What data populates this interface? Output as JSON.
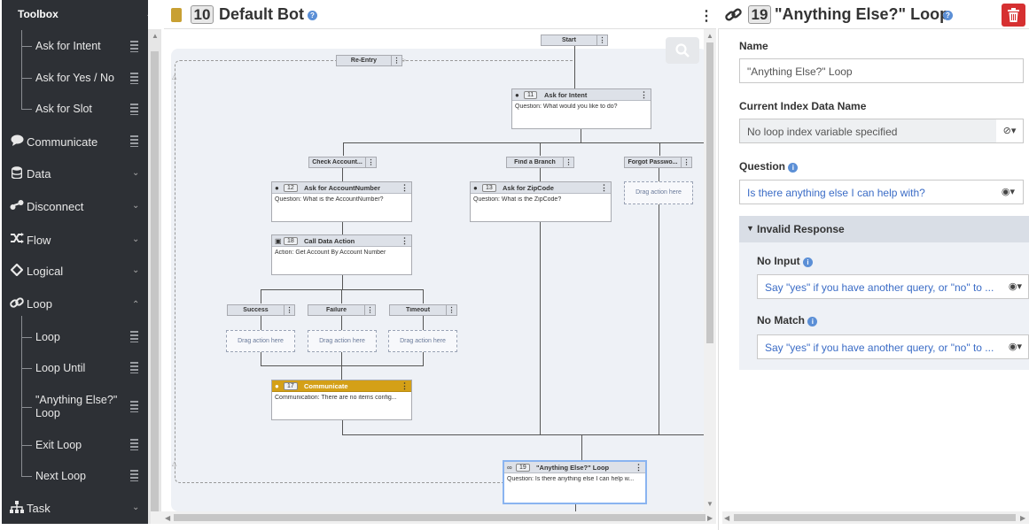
{
  "toolbox": {
    "title": "Toolbox",
    "items": [
      {
        "label": "Ask for Intent"
      },
      {
        "label": "Ask for Yes / No"
      },
      {
        "label": "Ask for Slot"
      },
      {
        "label": "Communicate"
      },
      {
        "label": "Data"
      },
      {
        "label": "Disconnect"
      },
      {
        "label": "Flow"
      },
      {
        "label": "Logical"
      },
      {
        "label": "Loop"
      },
      {
        "label": "Loop"
      },
      {
        "label": "Loop Until"
      },
      {
        "label": "\"Anything Else?\" Loop"
      },
      {
        "label": "Exit Loop"
      },
      {
        "label": "Next Loop"
      },
      {
        "label": "Task"
      }
    ]
  },
  "flow": {
    "number": "10",
    "title": "Default Bot",
    "start_label": "Start",
    "reentry_label": "Re-Entry",
    "nodes": {
      "ask_intent": {
        "number": "11",
        "title": "Ask for Intent",
        "body": "Question: What would you like to do?"
      },
      "ask_account": {
        "number": "12",
        "title": "Ask for AccountNumber",
        "body": "Question: What is the AccountNumber?"
      },
      "ask_zip": {
        "number": "13",
        "title": "Ask for ZipCode",
        "body": "Question: What is the ZipCode?"
      },
      "data_action": {
        "number": "18",
        "title": "Call Data Action",
        "body": "Action: Get Account By Account Number"
      },
      "communicate": {
        "number": "17",
        "title": "Communicate",
        "body": "Communication: There are no items config..."
      },
      "anything_else": {
        "number": "19",
        "title": "\"Anything Else?\" Loop",
        "body": "Question: Is there anything else I can help w..."
      }
    },
    "branches": {
      "check_account": "Check Account...",
      "find_branch": "Find a Branch",
      "forgot_password": "Forgot Passwo...",
      "success": "Success",
      "failure": "Failure",
      "timeout": "Timeout"
    },
    "drag_here": "Drag action here"
  },
  "props": {
    "number": "19",
    "title": "\"Anything Else?\" Loop",
    "name_label": "Name",
    "name_value": "\"Anything Else?\" Loop",
    "index_label": "Current Index Data Name",
    "index_value": "No loop index variable specified",
    "question_label": "Question",
    "question_value": "Is there anything else I can help with?",
    "invalid_title": "Invalid Response",
    "no_input_label": "No Input",
    "no_input_value": "Say \"yes\" if you have another query, or \"no\" to ...",
    "no_match_label": "No Match",
    "no_match_value": "Say \"yes\" if you have another query, or \"no\" to ..."
  },
  "colors": {
    "toolbox_bg": "#2d3035",
    "accent_blue": "#3b6cc6",
    "delete_red": "#d63031",
    "communicate_header": "#d4a017",
    "selected_border": "#8ab4f0"
  }
}
